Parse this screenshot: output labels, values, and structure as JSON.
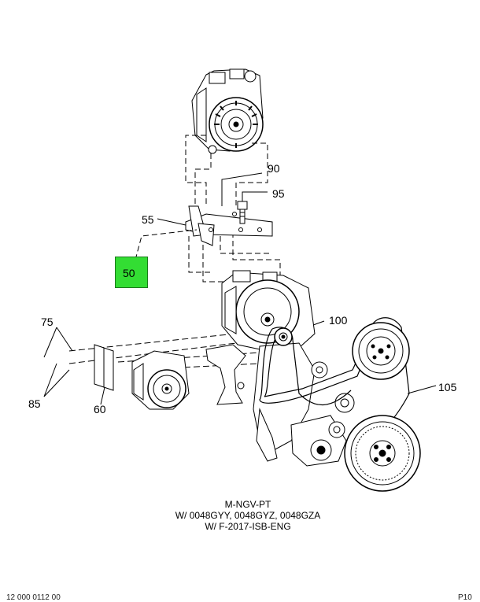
{
  "callouts": {
    "c90": "90",
    "c95": "95",
    "c55": "55",
    "c50": "50",
    "c100": "100",
    "c75": "75",
    "c85": "85",
    "c60": "60",
    "c105": "105"
  },
  "highlight_color": "#33dd33",
  "caption": {
    "line1": "M-NGV-PT",
    "line2": "W/ 0048GYY, 0048GYZ, 0048GZA",
    "line3": "W/ F-2017-ISB-ENG"
  },
  "footer": {
    "left": "12 000 0112 00",
    "right": "P10"
  }
}
